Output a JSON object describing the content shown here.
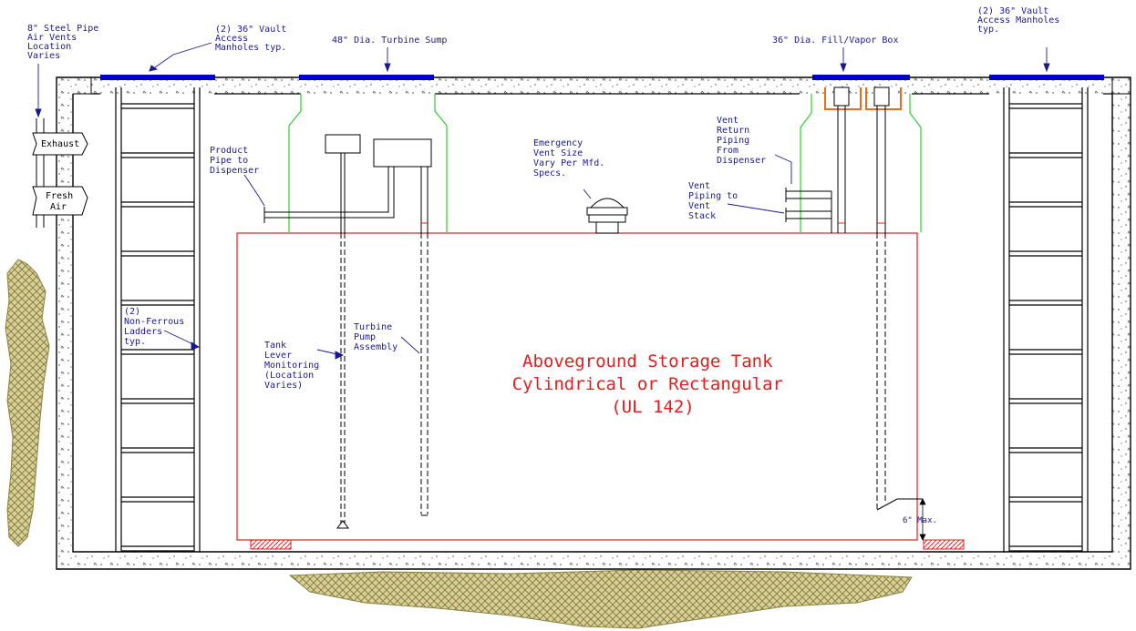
{
  "labels": {
    "steel_pipe_vents": [
      "8\" Steel Pipe",
      "Air Vents",
      "Location",
      "Varies"
    ],
    "exhaust": "Exhaust",
    "fresh_air": [
      "Fresh",
      "Air"
    ],
    "vault_manholes_left": [
      "(2) 36\" Vault",
      "Access",
      "Manholes typ."
    ],
    "turbine_sump": "48\" Dia. Turbine Sump",
    "fill_vapor_box": "36\" Dia. Fill/Vapor Box",
    "vault_manholes_right": [
      "(2) 36\" Vault",
      "Access Manholes",
      "typ."
    ],
    "product_pipe": [
      "Product",
      "Pipe to",
      "Dispenser"
    ],
    "emergency_vent": [
      "Emergency",
      "Vent Size",
      "Vary Per Mfd.",
      "Specs."
    ],
    "vent_return": [
      "Vent",
      "Return",
      "Piping",
      "From",
      "Dispenser"
    ],
    "vent_piping": [
      "Vent",
      "Piping to",
      "Vent",
      "Stack"
    ],
    "ladders": [
      "(2)",
      "Non-Ferrous",
      "Ladders",
      "typ."
    ],
    "tank_level": [
      "Tank",
      "Lever",
      "Monitoring",
      "(Location",
      "Varies)"
    ],
    "turbine_pump": [
      "Turbine",
      "Pump",
      "Assembly"
    ],
    "tank_title": [
      "Aboveground Storage Tank",
      "Cylindrical or Rectangular",
      "(UL 142)"
    ],
    "max_dim": "6\" Max."
  },
  "colors": {
    "concrete": "#000000",
    "manhole": "#0000cc",
    "sump": "#33cc33",
    "tank": "#e02020",
    "fill_box": "#e07020",
    "soil": "#b8b070",
    "label": "#1a1a8c"
  }
}
